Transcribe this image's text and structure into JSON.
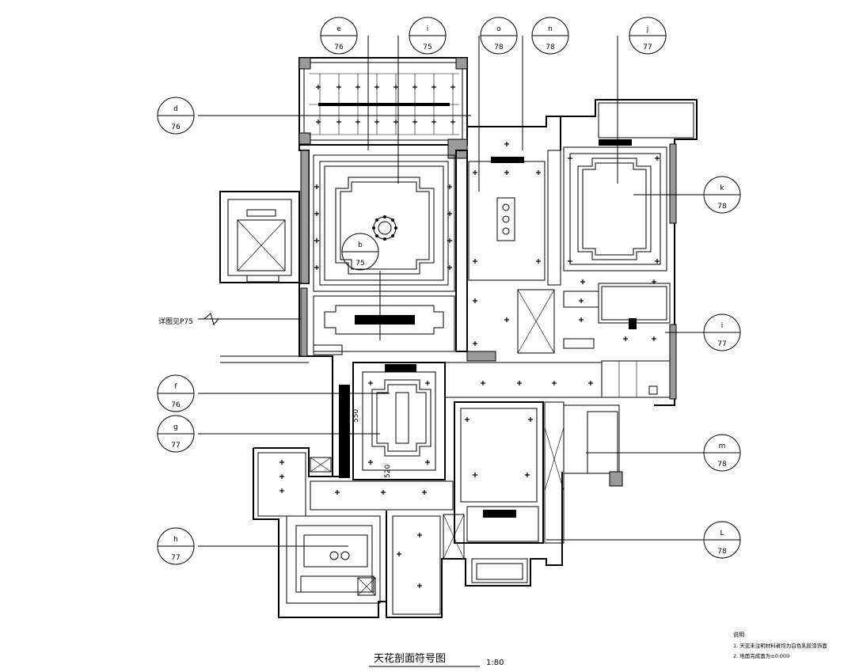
{
  "title": "天花剖面符号图",
  "scale": "1:80",
  "notes": {
    "heading": "说明",
    "line1": "1. 天花未注明材料者均为白色乳胶漆饰面",
    "line2": "2. 地面完成面为±0.000"
  },
  "side_label": "详图见P75",
  "bubbles": [
    {
      "id": "e",
      "num": "76"
    },
    {
      "id": "i",
      "num": "75"
    },
    {
      "id": "o",
      "num": "78"
    },
    {
      "id": "n",
      "num": "78"
    },
    {
      "id": "j",
      "num": "77"
    },
    {
      "id": "d",
      "num": "76"
    },
    {
      "id": "k",
      "num": "78"
    },
    {
      "id": "b",
      "num": "75"
    },
    {
      "id": "i",
      "num": "77"
    },
    {
      "id": "f",
      "num": "76"
    },
    {
      "id": "g",
      "num": "77"
    },
    {
      "id": "m",
      "num": "78"
    },
    {
      "id": "h",
      "num": "77"
    },
    {
      "id": "L",
      "num": "78"
    }
  ],
  "dims": {
    "d1": "550",
    "d2": "520"
  }
}
